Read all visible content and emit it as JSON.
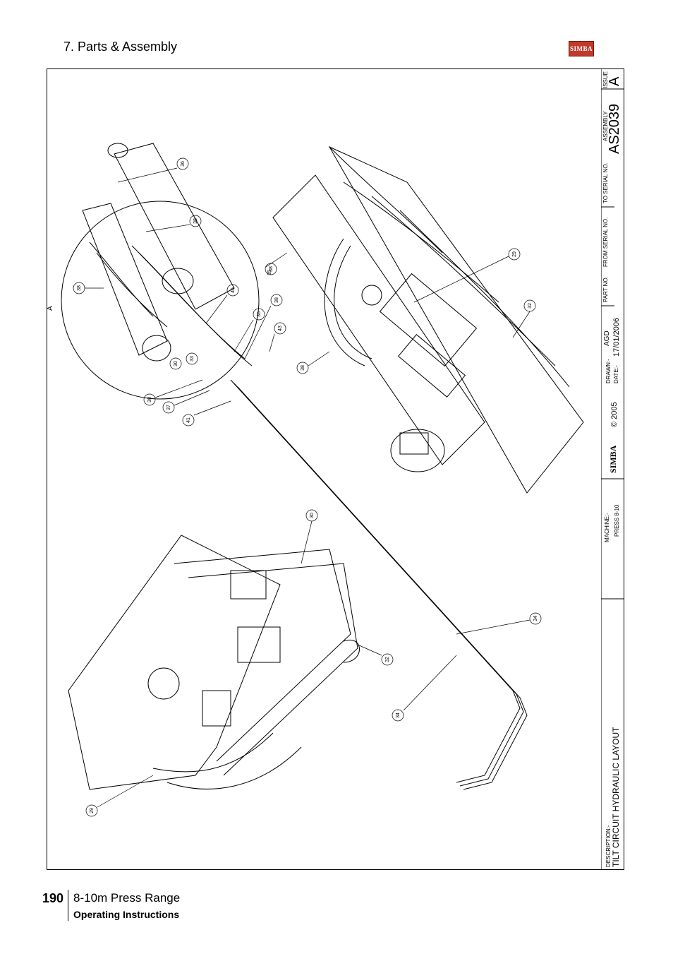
{
  "header": {
    "section_title": "7. Parts & Assembly",
    "logo_text": "SIMBA"
  },
  "title_block": {
    "issue_label": "ISSUE",
    "issue_value": "A",
    "assembly_label": "ASSEMBLY",
    "assembly_value": "AS2039",
    "to_serial_label": "TO SERIAL NO.",
    "from_serial_label": "FROM SERIAL NO.",
    "part_no_label": "PART NO.",
    "drawn_label": "DRAWN:-",
    "drawn_value": "AGD",
    "date_label": "DATE:-",
    "date_value": "17/01/2006",
    "copyright": "© 2005",
    "logo_text": "SIMBA",
    "machine_label": "MACHINE:-",
    "machine_value": "PRESS 8-10",
    "description_label": "DESCRIPTION:-",
    "description_value": "TILT CIRCUIT HYDRAULIC LAYOUT"
  },
  "drawing": {
    "detail_marker": "A",
    "callouts": [
      "36",
      "38",
      "38",
      "35",
      "45",
      "36",
      "38",
      "43",
      "33",
      "30",
      "38",
      "37",
      "41",
      "38",
      "29",
      "32",
      "30",
      "34",
      "32",
      "34",
      "29"
    ]
  },
  "footer": {
    "page_number": "190",
    "title": "8-10m Press Range",
    "subtitle": "Operating Instructions"
  }
}
